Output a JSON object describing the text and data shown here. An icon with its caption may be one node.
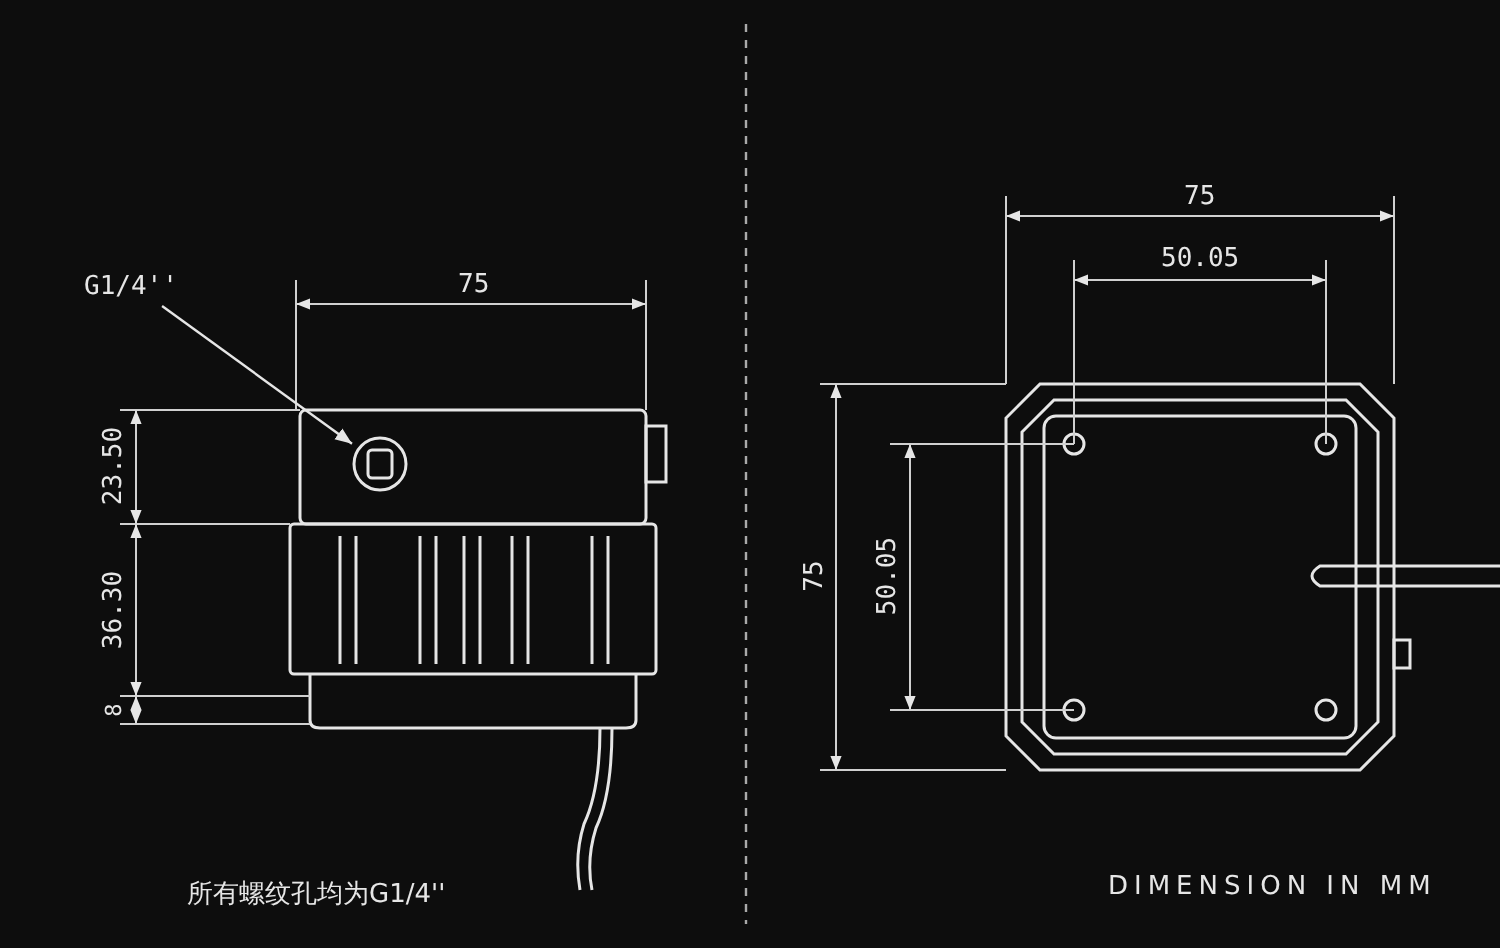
{
  "diagram": {
    "nodes": [
      {
        "text": [
          "G1/4''"
        ]
      },
      {
        "text": [],
        "shape": "circle"
      }
    ],
    "edges": [
      {
        "from": 0,
        "to": 1,
        "arrow": "to"
      }
    ],
    "labels": [
      "75",
      "23.50",
      "36.30",
      "8",
      "75",
      "50.05",
      "75",
      "50.05",
      "所有螺纹孔均为G1/4''",
      "DIMENSION IN MM"
    ]
  }
}
